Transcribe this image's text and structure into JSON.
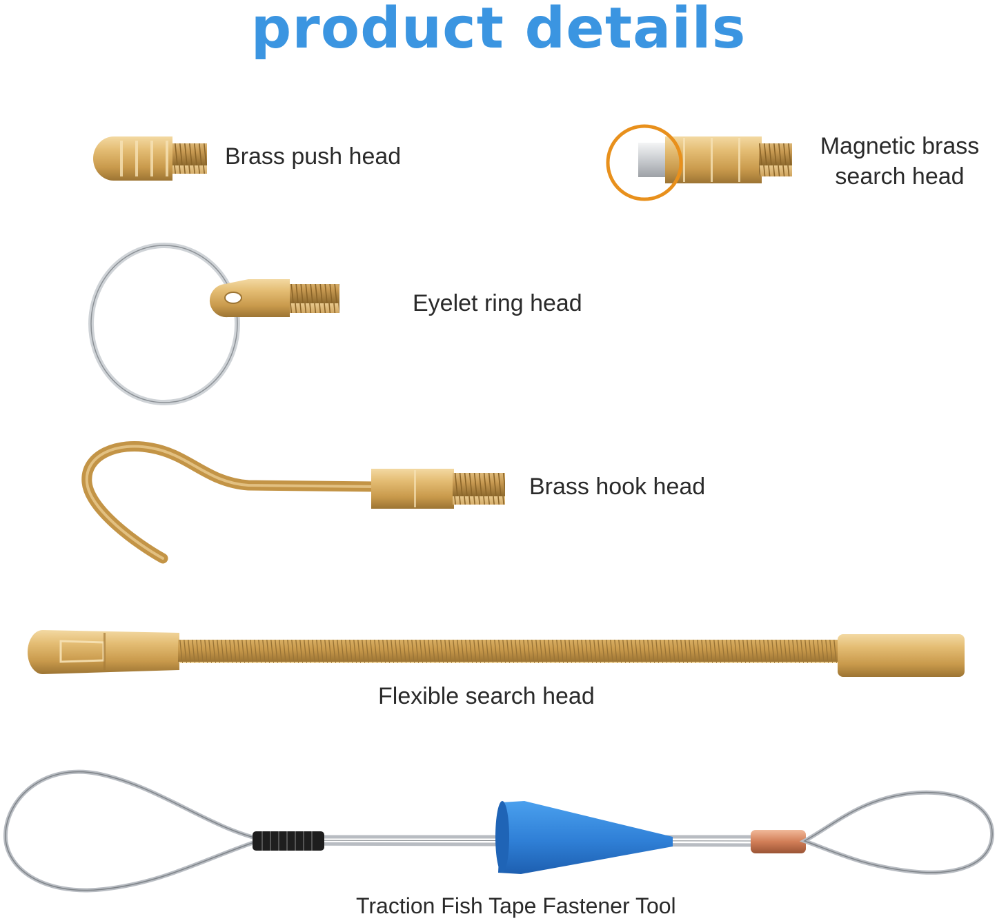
{
  "title": "product details",
  "items": [
    {
      "label": "Brass push head"
    },
    {
      "label_line1": "Magnetic brass",
      "label_line2": "search head"
    },
    {
      "label": "Eyelet ring head"
    },
    {
      "label": "Brass hook head"
    },
    {
      "label": "Flexible search head"
    },
    {
      "label": "Traction Fish Tape Fastener Tool"
    }
  ],
  "colors": {
    "title": "#3b95e1",
    "brass": "#d9ad5f",
    "highlight_circle": "#e8901c",
    "cone": "#2f7fd6",
    "cable": "#b8bcc2"
  }
}
